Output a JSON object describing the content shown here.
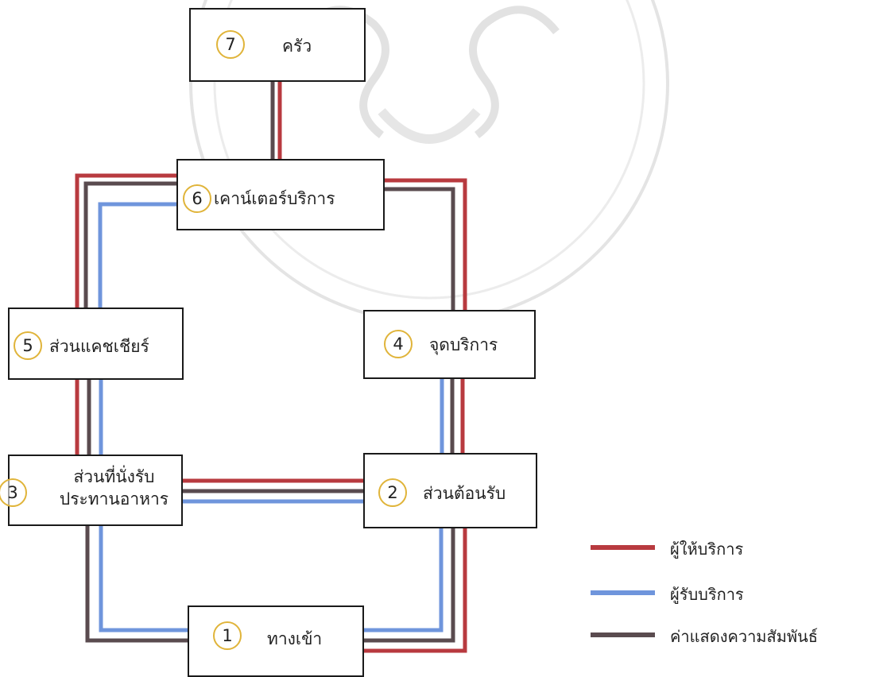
{
  "nodes": {
    "n1": {
      "num": "1",
      "label": "ทางเข้า"
    },
    "n2": {
      "num": "2",
      "label": "ส่วนต้อนรับ"
    },
    "n3": {
      "num": "3",
      "label_line1": "ส่วนที่นั่งรับ",
      "label_line2": "ประทานอาหาร"
    },
    "n4": {
      "num": "4",
      "label": "จุดบริการ"
    },
    "n5": {
      "num": "5",
      "label": "ส่วนแคชเชียร์"
    },
    "n6": {
      "num": "6",
      "label": "เคาน์เตอร์บริการ"
    },
    "n7": {
      "num": "7",
      "label": "ครัว"
    }
  },
  "legend": {
    "provider": {
      "label": "ผู้ให้บริการ",
      "color": "#b83a3f"
    },
    "receiver": {
      "label": "ผู้รับบริการ",
      "color": "#6f95dc"
    },
    "relation": {
      "label": "ค่าแสดงความสัมพันธ์",
      "color": "#5a4b4f"
    }
  }
}
